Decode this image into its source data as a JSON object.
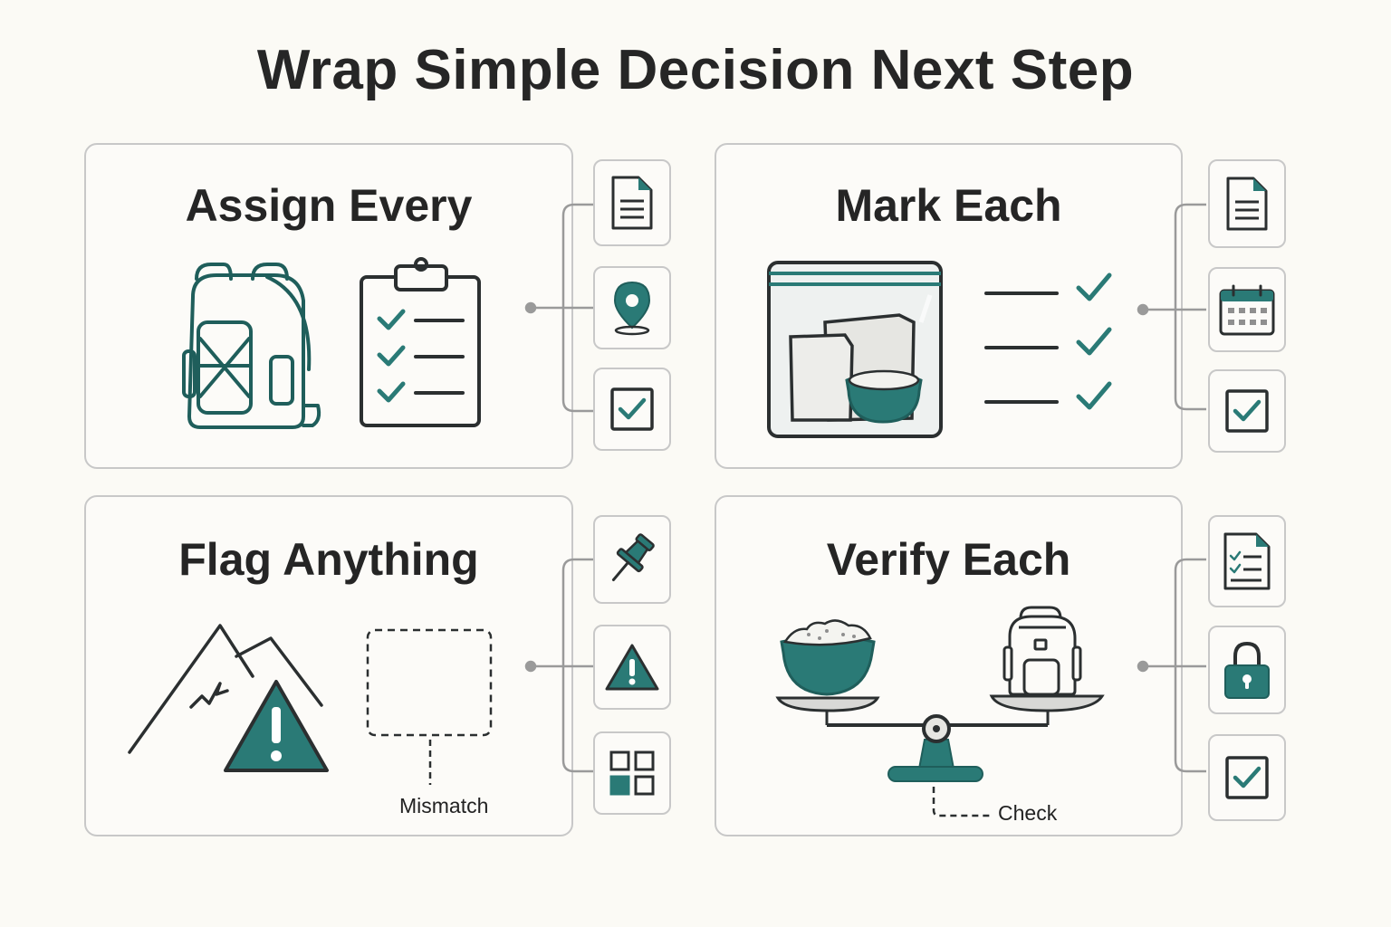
{
  "title": "Wrap Simple Decision Next Step",
  "colors": {
    "accent": "#2a7a76",
    "dark": "#2b2f30",
    "border": "#c8c8c8",
    "background": "#fbfaf5"
  },
  "panels": [
    {
      "title": "Assign Every",
      "icons": [
        "document-icon",
        "location-pin-icon",
        "checkbox-icon"
      ]
    },
    {
      "title": "Mark Each",
      "icons": [
        "document-icon",
        "calendar-icon",
        "checkbox-icon"
      ]
    },
    {
      "title": "Flag Anything",
      "caption": "Mismatch",
      "icons": [
        "pushpin-icon",
        "warning-icon",
        "grid-icon"
      ]
    },
    {
      "title": "Verify Each",
      "caption": "Check",
      "icons": [
        "checklist-document-icon",
        "padlock-icon",
        "checkbox-icon"
      ]
    }
  ]
}
